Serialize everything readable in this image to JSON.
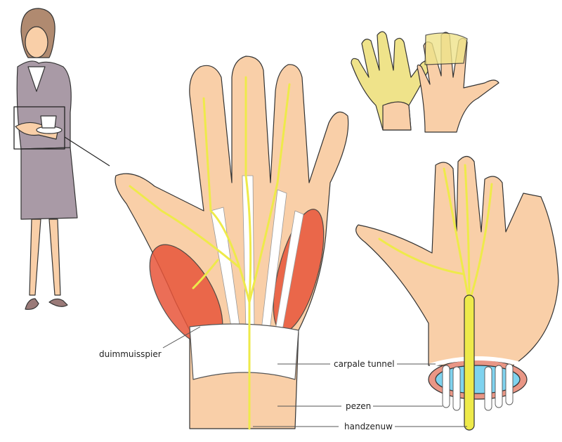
{
  "labels": {
    "thenar_muscle": "duimmuisspier",
    "carpal_tunnel": "carpale tunnel",
    "tendons": "pezen",
    "median_nerve": "handzenuw"
  },
  "colors": {
    "skin": "#f9cfa8",
    "nerve": "#eeea4a",
    "muscle": "#e8553a",
    "tendon": "#ffffff",
    "tunnel_ring": "#e99685",
    "tunnel_inner": "#7fd3ef",
    "clothing_top": "#a99aa6",
    "numb_area": "#efe38a"
  }
}
